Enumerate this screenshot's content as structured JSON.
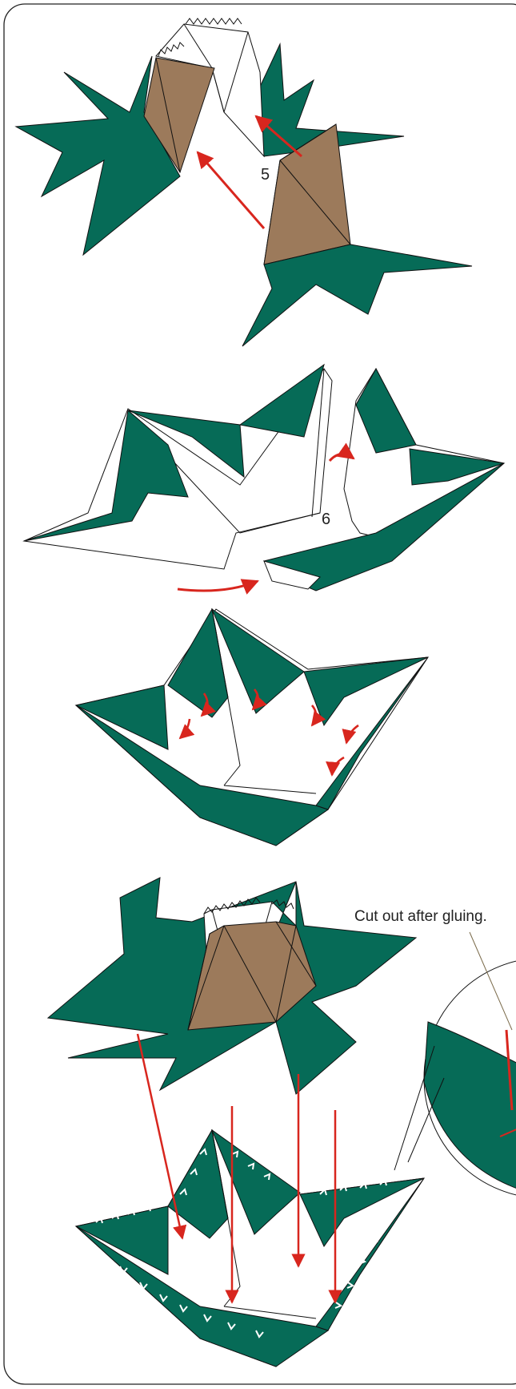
{
  "steps": {
    "step5_number": "5",
    "step6_number": "6"
  },
  "annotation": {
    "cut_note": "Cut out after gluing."
  },
  "colors": {
    "leaf_green": "#066B57",
    "cone_brown": "#9C7A5B",
    "arrow_red": "#D8261E",
    "outline": "#111111"
  },
  "icons": {
    "step5_arrows": "arrow-icon",
    "step6_arrows": "curved-arrow-icon",
    "fold_arrows": "fold-arrow-icon",
    "glue_arrows": "down-arrow-icon"
  }
}
